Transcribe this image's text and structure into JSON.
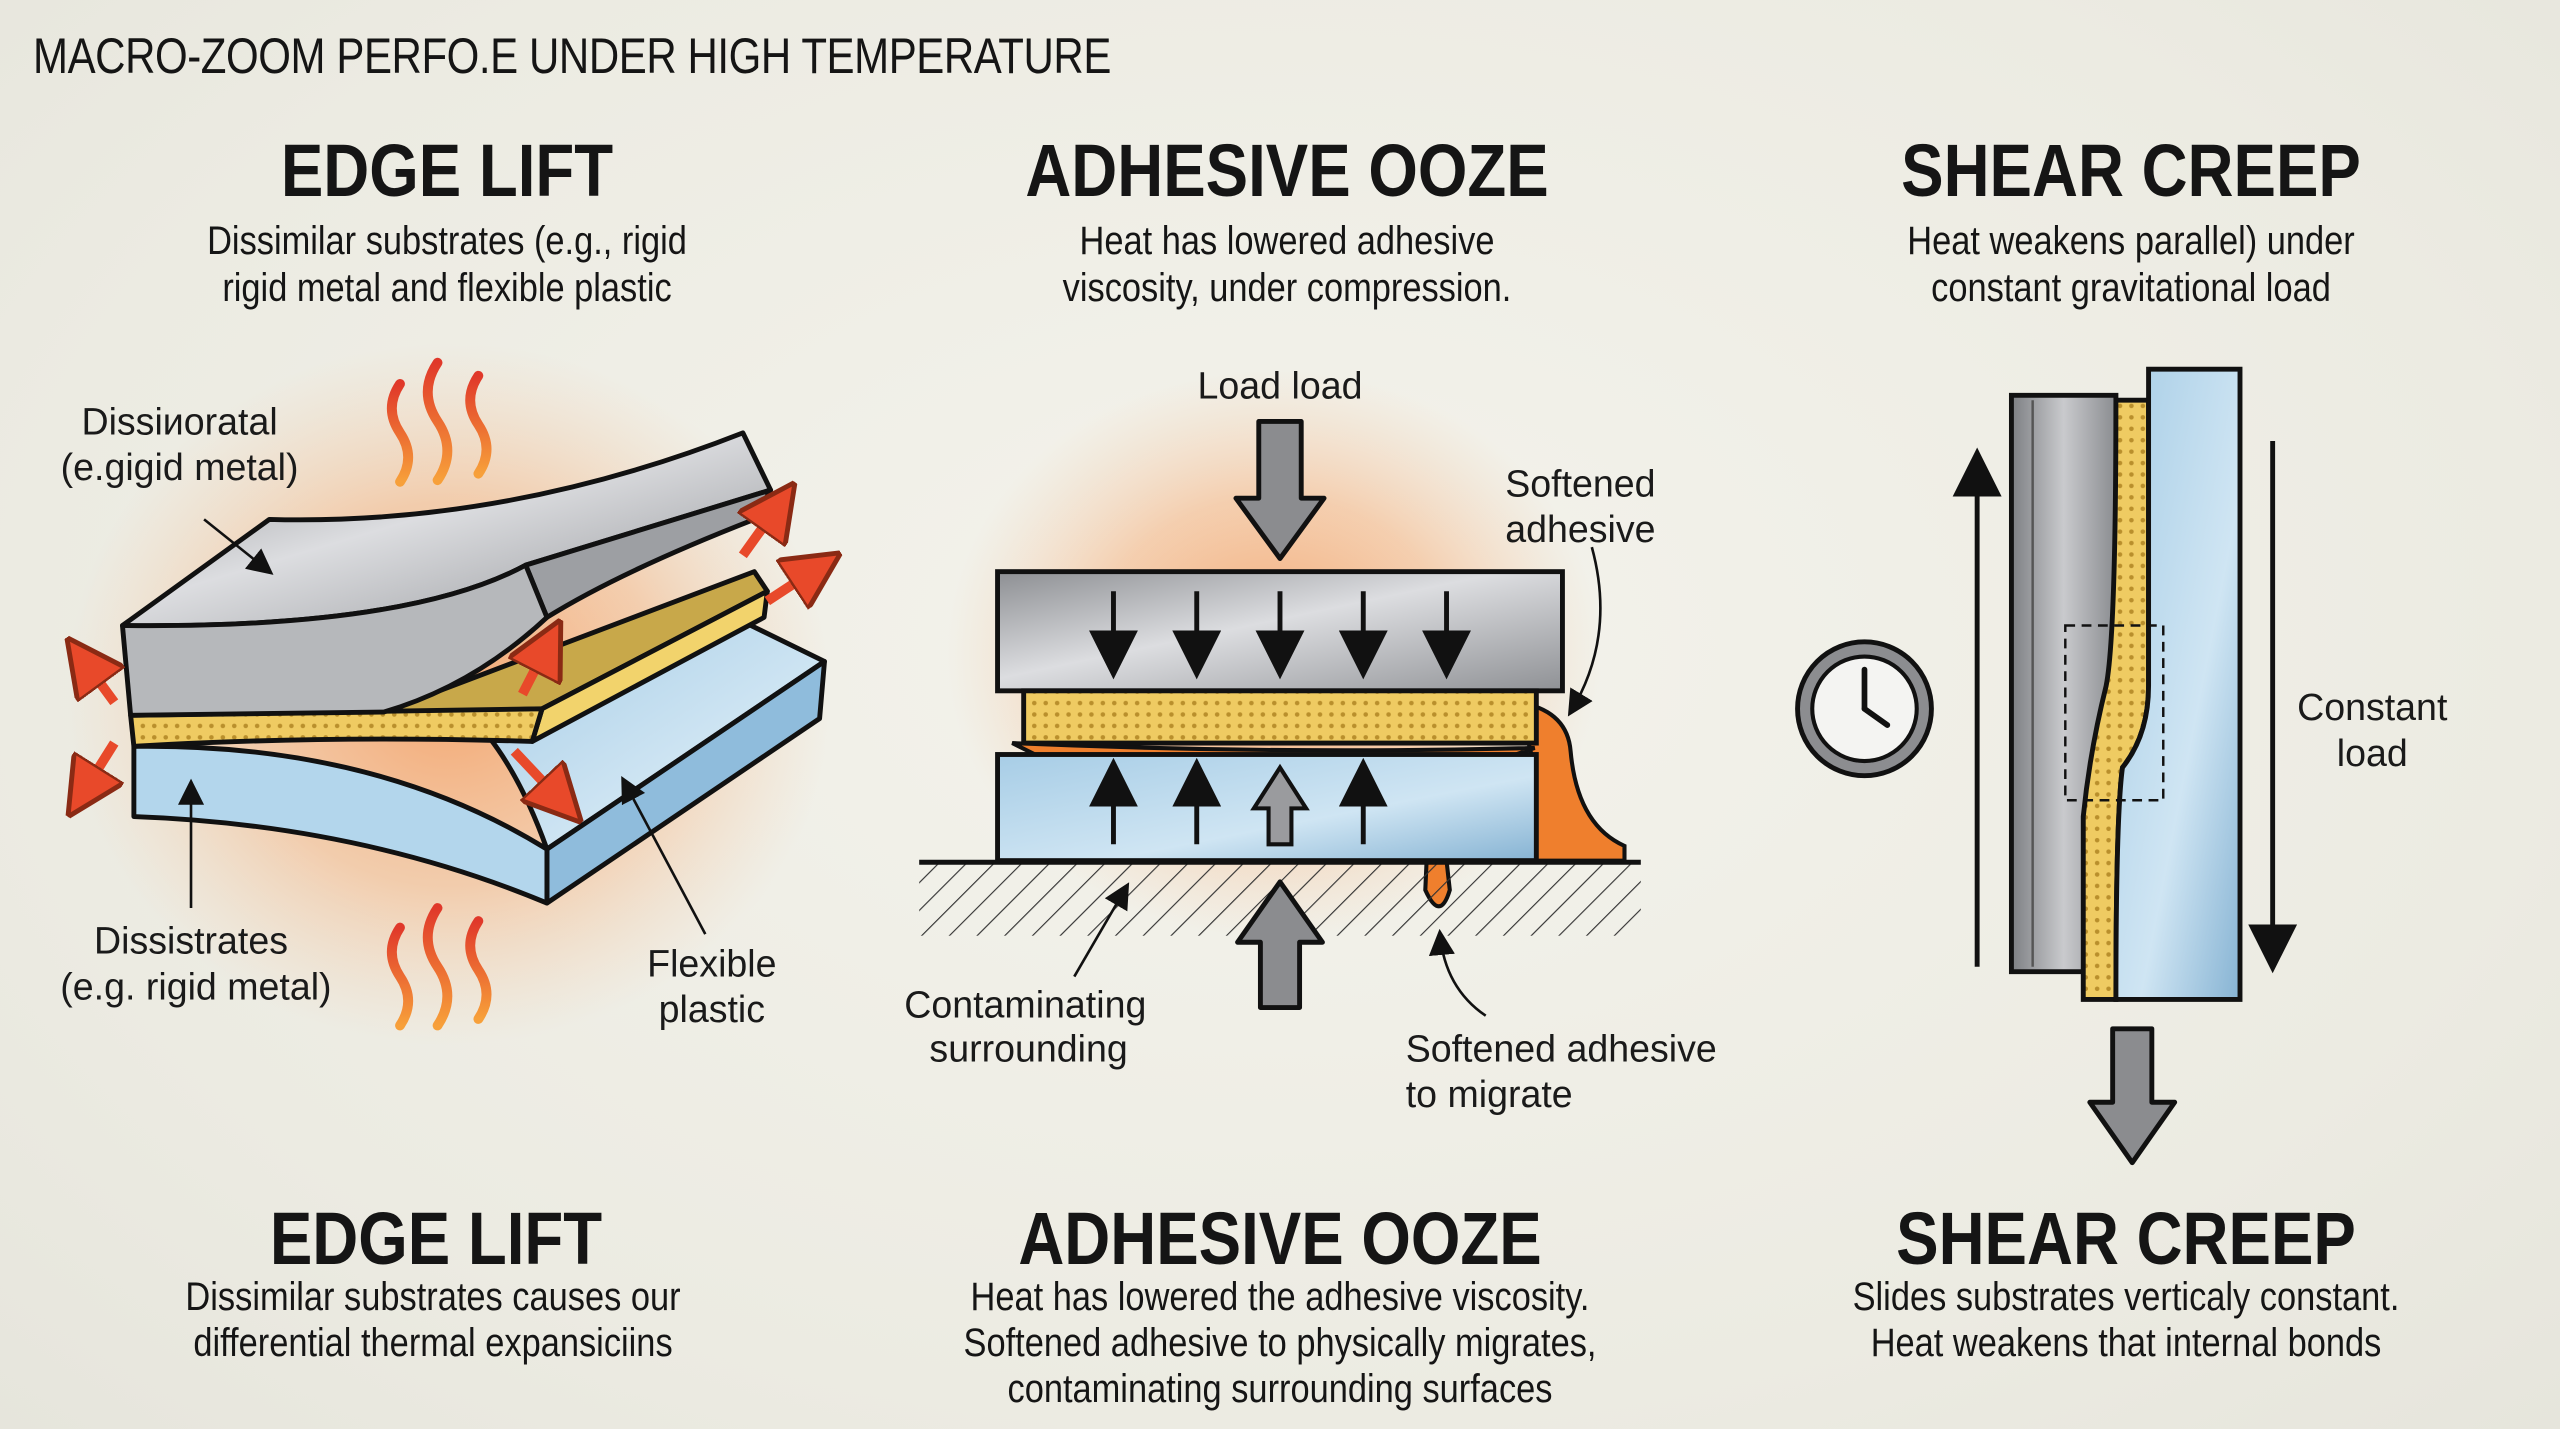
{
  "title": "MACRO-ZOOM PERFO.E UNDER HIGH TEMPERATURE",
  "panels": [
    {
      "heading": "EDGE LIFT",
      "description": [
        "Dissimilar substrates (e.g., rigid",
        "rigid metal and flexible plastic"
      ],
      "labels": {
        "top_line1": "Dissiиoratal",
        "top_line2": "(e.gigid metal)",
        "bottom_line1": "Dissistrates",
        "bottom_line2": "(e.g. rigid metal)",
        "right_line1": "Flexible",
        "right_line2": "plastic"
      }
    },
    {
      "heading": "ADHESIVE OOZE",
      "description": [
        "Heat has lowered adhesive",
        "viscosity, under compression."
      ],
      "labels": {
        "load": "Load load",
        "softened_line1": "Softened",
        "softened_line2": "adhesive",
        "contam_line1": "Contaminating",
        "contam_line2": "surrounding",
        "migrate_line1": "Softened adhesive",
        "migrate_line2": "to migrate"
      }
    },
    {
      "heading": "SHEAR CREEP",
      "description": [
        "Heat weakens parallel) under",
        "constant gravitational load"
      ],
      "labels": {
        "constant_line1": "Constant",
        "constant_line2": "load"
      }
    }
  ],
  "summaries": [
    {
      "heading": "EDGE LIFT",
      "lines": [
        "Dissimilar substrates causes our",
        "differential thermal expansiciins"
      ]
    },
    {
      "heading": "ADHESIVE OOZE",
      "lines": [
        "Heat has lowered the adhesive viscosity.",
        "Softened adhesive to physically migrates,",
        "contaminating surrounding surfaces"
      ]
    },
    {
      "heading": "SHEAR CREEP",
      "lines": [
        "Slides substrates verticaly constant.",
        "Heat weakens that internal bonds"
      ]
    }
  ],
  "icons": [
    "heat-wave-icon",
    "expansion-arrow-icon",
    "load-arrow-icon",
    "clock-icon"
  ],
  "colors": {
    "metal": "#a9abae",
    "plastic": "#a9cfe8",
    "adhesive": "#e9c25a",
    "heat": "#ef5a2a",
    "ooze": "#ef7f2d"
  }
}
